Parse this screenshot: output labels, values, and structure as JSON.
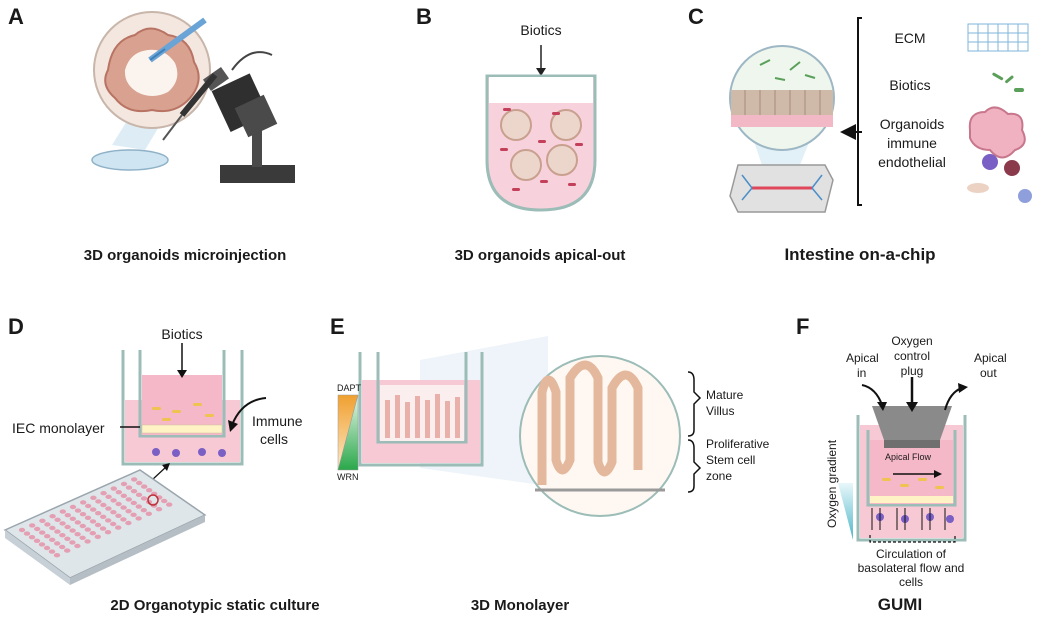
{
  "panels": {
    "A": {
      "letter": "A",
      "caption": "3D organoids microinjection"
    },
    "B": {
      "letter": "B",
      "caption": "3D organoids apical-out",
      "biotics": "Biotics"
    },
    "C": {
      "letter": "C",
      "caption": "Intestine on-a-chip",
      "ecm": "ECM",
      "biotics": "Biotics",
      "organoids_line1": "Organoids",
      "organoids_line2": "immune",
      "organoids_line3": "endothelial"
    },
    "D": {
      "letter": "D",
      "caption": "2D Organotypic static  culture",
      "biotics": "Biotics",
      "iec": "IEC monolayer",
      "immune_line1": "Immune",
      "immune_line2": "cells"
    },
    "E": {
      "letter": "E",
      "caption": "3D Monolayer",
      "dapt": "DAPT",
      "wrn": "WRN",
      "mature_line1": "Mature",
      "mature_line2": "Villus",
      "prolif_line1": "Proliferative",
      "prolif_line2": "Stem cell",
      "prolif_line3": "zone"
    },
    "F": {
      "letter": "F",
      "caption": "GUMI",
      "apical_in_line1": "Apical",
      "apical_in_line2": "in",
      "oxygen_line1": "Oxygen",
      "oxygen_line2": "control",
      "oxygen_line3": "plug",
      "apical_out_line1": "Apical",
      "apical_out_line2": "out",
      "apical_flow": "Apical Flow",
      "oxygen_gradient": "Oxygen gradient",
      "circ_line1": "Circulation of",
      "circ_line2": "basolateral flow and",
      "circ_line3": "cells"
    }
  },
  "colors": {
    "medium_pink": "#f6c9d5",
    "cell_pink": "#e9a7b6",
    "well_outline": "#9bbcb7",
    "oxygen_teal": "#4fb7c9",
    "dapt_orange": "#f0a030",
    "wrn_green": "#2aa84a",
    "plug_gray": "#8a8a8a",
    "immune_purple": "#7a5fc4"
  }
}
